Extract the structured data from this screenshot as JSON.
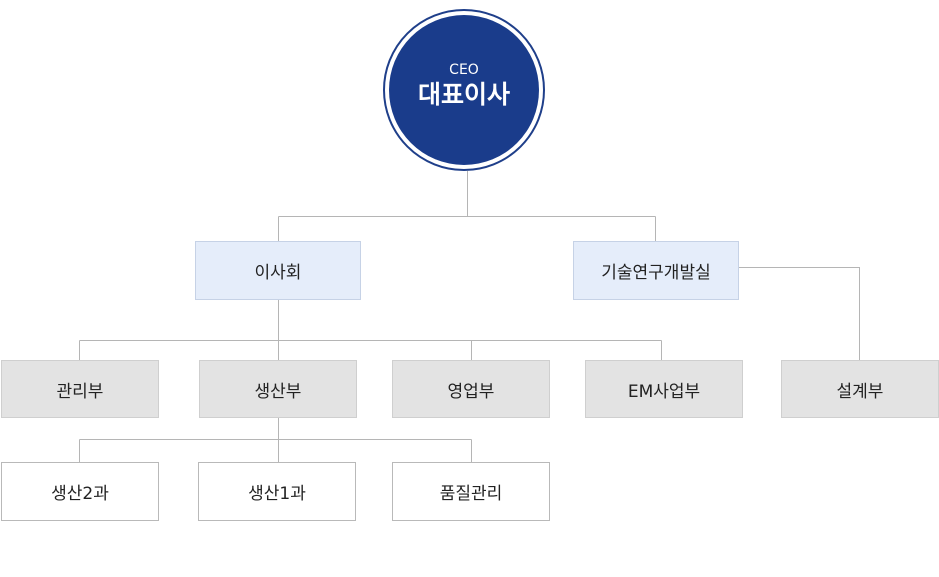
{
  "ceo": {
    "subtitle": "CEO",
    "title": "대표이사"
  },
  "level1": {
    "board": "이사회",
    "rnd": "기술연구개발실"
  },
  "level2": {
    "management": "관리부",
    "production": "생산부",
    "sales": "영업부",
    "em_business": "EM사업부",
    "design": "설계부"
  },
  "level3": {
    "production2": "생산2과",
    "production1": "생산1과",
    "quality": "품질관리"
  },
  "colors": {
    "ceo_fill": "#1a3c8b",
    "level1_fill": "#e5edfa",
    "level2_fill": "#e3e3e3",
    "level3_fill": "#ffffff",
    "connector": "#b5b5b5"
  }
}
